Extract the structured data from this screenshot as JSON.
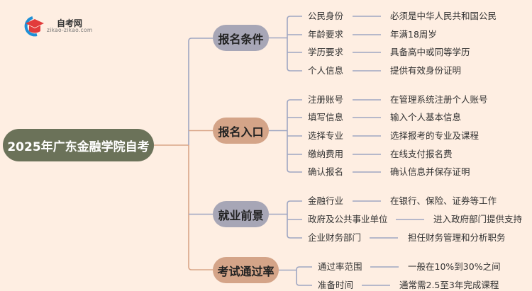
{
  "logo": {
    "title": "自考网",
    "url": "zikao-zikao.com"
  },
  "root": "2025年广东金融学院自考",
  "branches": [
    {
      "label": "报名条件",
      "items": [
        [
          "公民身份",
          "必须是中华人民共和国公民"
        ],
        [
          "年龄要求",
          "年满18周岁"
        ],
        [
          "学历要求",
          "具备高中或同等学历"
        ],
        [
          "个人信息",
          "提供有效身份证明"
        ]
      ]
    },
    {
      "label": "报名入口",
      "items": [
        [
          "注册账号",
          "在管理系统注册个人账号"
        ],
        [
          "填写信息",
          "输入个人基本信息"
        ],
        [
          "选择专业",
          "选择报考的专业及课程"
        ],
        [
          "缴纳费用",
          "在线支付报名费"
        ],
        [
          "确认报名",
          "确认信息并保存证明"
        ]
      ]
    },
    {
      "label": "就业前景",
      "items": [
        [
          "金融行业",
          "在银行、保险、证券等工作"
        ],
        [
          "政府及公共事业单位",
          "进入政府部门提供支持"
        ],
        [
          "企业财务部门",
          "担任财务管理和分析职务"
        ]
      ]
    },
    {
      "label": "考试通过率",
      "items": [
        [
          "通过率范围",
          "一般在10%到30%之间"
        ],
        [
          "准备时间",
          "通常需2.5至3年完成课程"
        ]
      ]
    }
  ],
  "colors": {
    "gray": "#a7a6b6",
    "tan": "#d4a488",
    "root": "#6b7259",
    "line_gray": "#9ea6c2",
    "line_tan": "#d9a587"
  }
}
